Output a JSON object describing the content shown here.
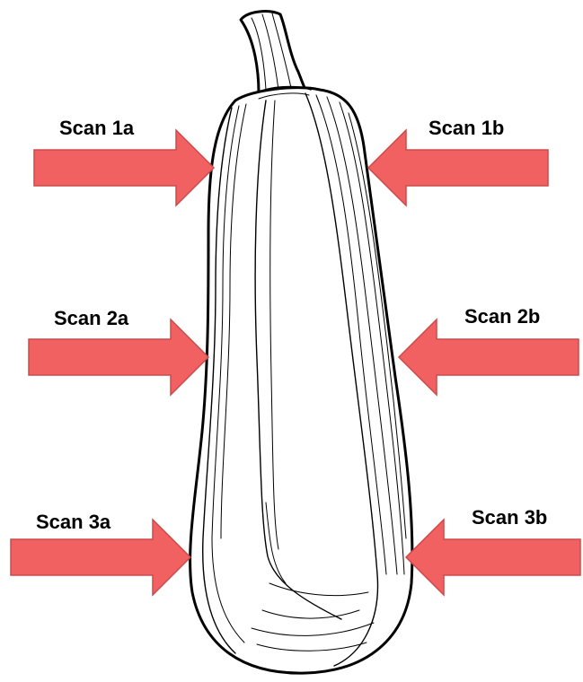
{
  "colors": {
    "arrow_fill": "#f26161",
    "arrow_stroke": "#cc4a4a",
    "outline": "#000000",
    "background": "#ffffff"
  },
  "labels": {
    "scan_1a": "Scan 1a",
    "scan_1b": "Scan 1b",
    "scan_2a": "Scan 2a",
    "scan_2b": "Scan 2b",
    "scan_3a": "Scan 3a",
    "scan_3b": "Scan 3b"
  },
  "subject_icon": "zucchini-illustration",
  "arrow_icon": "arrow-icon"
}
